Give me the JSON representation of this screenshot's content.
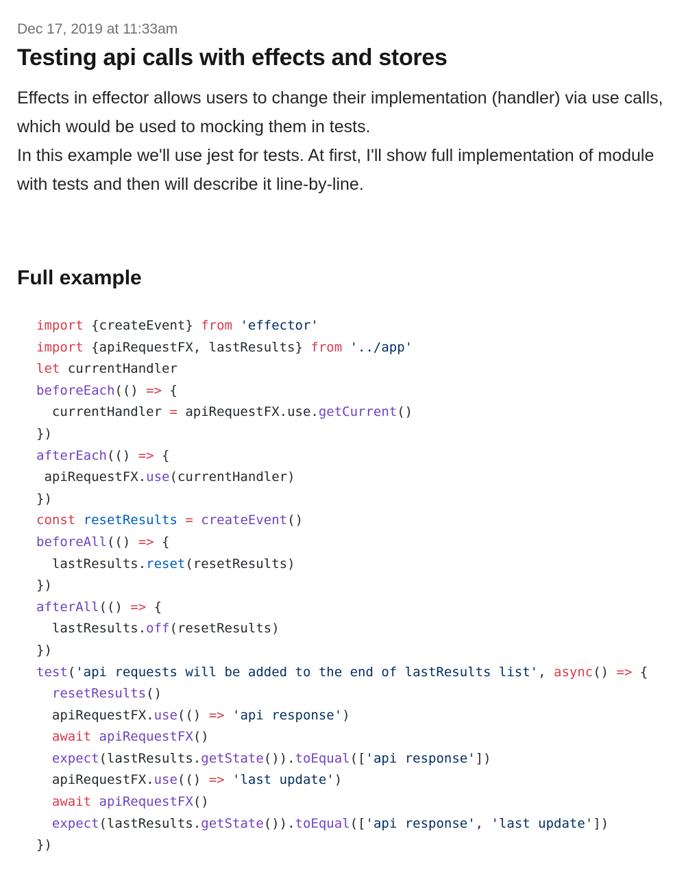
{
  "post": {
    "date": "Dec 17, 2019 at 11:33am",
    "title": "Testing api calls with effects and stores",
    "paragraphs": [
      "Effects in effector allows users to change their implementation (handler) via use calls, which would be used to mocking them in tests.",
      "In this example we'll use jest for tests. At first, I'll show full implementation of module with tests and then will describe it line-by-line."
    ]
  },
  "section": {
    "heading": "Full example"
  },
  "code": {
    "lines": [
      [
        [
          "kw",
          "import"
        ],
        [
          "id",
          " {createEvent} "
        ],
        [
          "kw",
          "from"
        ],
        [
          "id",
          " "
        ],
        [
          "str",
          "'effector'"
        ]
      ],
      [
        [
          "kw",
          "import"
        ],
        [
          "id",
          " {apiRequestFX, lastResults} "
        ],
        [
          "kw",
          "from"
        ],
        [
          "id",
          " "
        ],
        [
          "str",
          "'../app'"
        ]
      ],
      [
        [
          "kw",
          "let"
        ],
        [
          "id",
          " currentHandler"
        ]
      ],
      [
        [
          "fn",
          "beforeEach"
        ],
        [
          "punc",
          "(() "
        ],
        [
          "op",
          "=>"
        ],
        [
          "punc",
          " {"
        ]
      ],
      [
        [
          "id",
          "  currentHandler "
        ],
        [
          "op",
          "="
        ],
        [
          "id",
          " apiRequestFX.use."
        ],
        [
          "fn",
          "getCurrent"
        ],
        [
          "punc",
          "()"
        ]
      ],
      [
        [
          "punc",
          "})"
        ]
      ],
      [
        [
          "fn",
          "afterEach"
        ],
        [
          "punc",
          "(() "
        ],
        [
          "op",
          "=>"
        ],
        [
          "punc",
          " {"
        ]
      ],
      [
        [
          "id",
          " apiRequestFX."
        ],
        [
          "fn",
          "use"
        ],
        [
          "punc",
          "(currentHandler)"
        ]
      ],
      [
        [
          "punc",
          "})"
        ]
      ],
      [
        [
          "kw",
          "const"
        ],
        [
          "id",
          " "
        ],
        [
          "def",
          "resetResults"
        ],
        [
          "id",
          " "
        ],
        [
          "op",
          "="
        ],
        [
          "id",
          " "
        ],
        [
          "fn",
          "createEvent"
        ],
        [
          "punc",
          "()"
        ]
      ],
      [
        [
          "fn",
          "beforeAll"
        ],
        [
          "punc",
          "(() "
        ],
        [
          "op",
          "=>"
        ],
        [
          "punc",
          " {"
        ]
      ],
      [
        [
          "id",
          "  lastResults."
        ],
        [
          "def",
          "reset"
        ],
        [
          "punc",
          "(resetResults)"
        ]
      ],
      [
        [
          "punc",
          "})"
        ]
      ],
      [
        [
          "fn",
          "afterAll"
        ],
        [
          "punc",
          "(() "
        ],
        [
          "op",
          "=>"
        ],
        [
          "punc",
          " {"
        ]
      ],
      [
        [
          "id",
          "  lastResults."
        ],
        [
          "fn",
          "off"
        ],
        [
          "punc",
          "(resetResults)"
        ]
      ],
      [
        [
          "punc",
          "})"
        ]
      ],
      [
        [
          "fn",
          "test"
        ],
        [
          "punc",
          "("
        ],
        [
          "str",
          "'api requests will be added to the end of lastResults list'"
        ],
        [
          "punc",
          ", "
        ],
        [
          "kw",
          "async"
        ],
        [
          "punc",
          "() "
        ],
        [
          "op",
          "=>"
        ],
        [
          "punc",
          " {"
        ]
      ],
      [
        [
          "id",
          "  "
        ],
        [
          "fn",
          "resetResults"
        ],
        [
          "punc",
          "()"
        ]
      ],
      [
        [
          "id",
          "  apiRequestFX."
        ],
        [
          "fn",
          "use"
        ],
        [
          "punc",
          "(() "
        ],
        [
          "op",
          "=>"
        ],
        [
          "id",
          " "
        ],
        [
          "str",
          "'api response'"
        ],
        [
          "punc",
          ")"
        ]
      ],
      [
        [
          "id",
          "  "
        ],
        [
          "kw",
          "await"
        ],
        [
          "id",
          " "
        ],
        [
          "fn",
          "apiRequestFX"
        ],
        [
          "punc",
          "()"
        ]
      ],
      [
        [
          "id",
          "  "
        ],
        [
          "fn",
          "expect"
        ],
        [
          "punc",
          "(lastResults."
        ],
        [
          "fn",
          "getState"
        ],
        [
          "punc",
          "())."
        ],
        [
          "fn",
          "toEqual"
        ],
        [
          "punc",
          "(["
        ],
        [
          "str",
          "'api response'"
        ],
        [
          "punc",
          "])"
        ]
      ],
      [
        [
          "id",
          "  apiRequestFX."
        ],
        [
          "fn",
          "use"
        ],
        [
          "punc",
          "(() "
        ],
        [
          "op",
          "=>"
        ],
        [
          "id",
          " "
        ],
        [
          "str",
          "'last update'"
        ],
        [
          "punc",
          ")"
        ]
      ],
      [
        [
          "id",
          "  "
        ],
        [
          "kw",
          "await"
        ],
        [
          "id",
          " "
        ],
        [
          "fn",
          "apiRequestFX"
        ],
        [
          "punc",
          "()"
        ]
      ],
      [
        [
          "id",
          "  "
        ],
        [
          "fn",
          "expect"
        ],
        [
          "punc",
          "(lastResults."
        ],
        [
          "fn",
          "getState"
        ],
        [
          "punc",
          "())."
        ],
        [
          "fn",
          "toEqual"
        ],
        [
          "punc",
          "(["
        ],
        [
          "str",
          "'api response'"
        ],
        [
          "punc",
          ", "
        ],
        [
          "str",
          "'last update'"
        ],
        [
          "punc",
          "])"
        ]
      ],
      [
        [
          "punc",
          "})"
        ]
      ]
    ]
  }
}
